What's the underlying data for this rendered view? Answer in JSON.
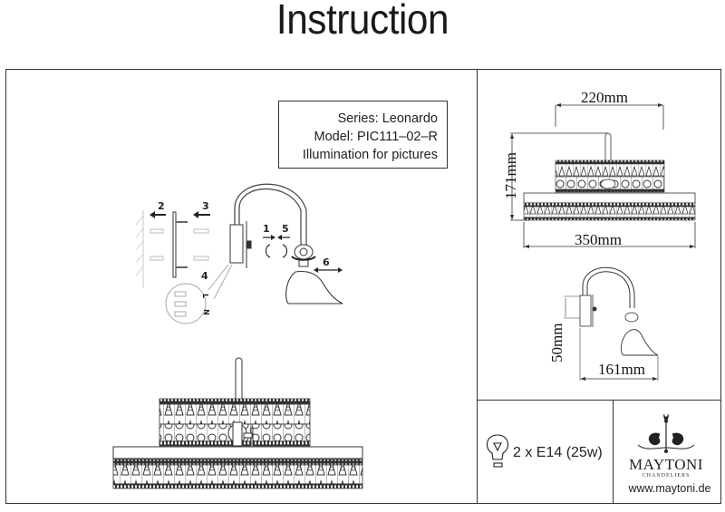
{
  "document": {
    "title": "Instruction"
  },
  "product_info": {
    "series": "Series: Leonardo",
    "model": "Model: PIC111–02–R",
    "purpose": "Illumination for pictures"
  },
  "installation_steps": {
    "step_1": "1",
    "step_2": "2",
    "step_3": "3",
    "step_4": "4",
    "step_5": "5",
    "step_6": "6",
    "terminal_labels": [
      "L",
      "",
      "N"
    ]
  },
  "dimensions": {
    "shade_width": "220mm",
    "total_height": "171mm",
    "total_width": "350mm",
    "mount_height": "50mm",
    "projection": "161mm"
  },
  "lamp_spec": {
    "icon": "light-bulb-icon",
    "text": "2 x E14 (25w)"
  },
  "brand": {
    "logo_icon": "ornament-logo-icon",
    "name": "MAYTONI",
    "subtitle": "CHANDELIERS",
    "website": "www.maytoni.de"
  }
}
